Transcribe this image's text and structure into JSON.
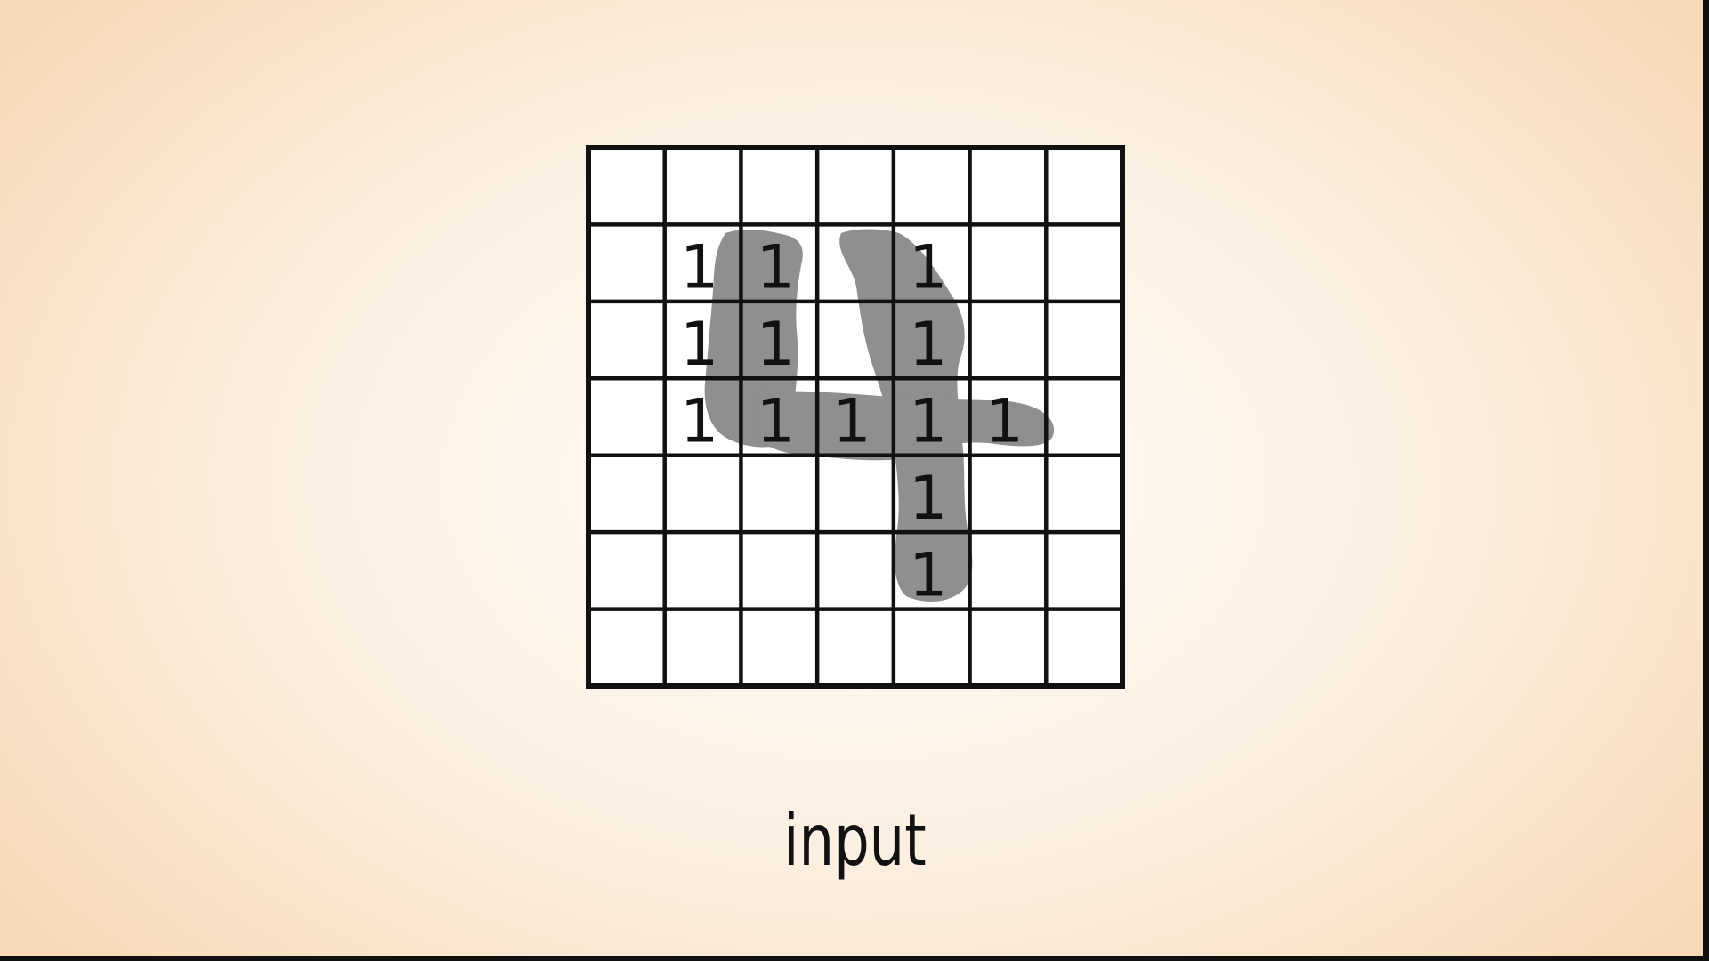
{
  "grid": {
    "rows": 7,
    "cols": 7,
    "cell_values": [
      [
        "",
        "",
        "",
        "",
        "",
        "",
        ""
      ],
      [
        "",
        "1",
        "1",
        "",
        "1",
        "",
        ""
      ],
      [
        "",
        "1",
        "1",
        "",
        "1",
        "",
        ""
      ],
      [
        "",
        "1",
        "1",
        "1",
        "1",
        "1",
        ""
      ],
      [
        "",
        "",
        "",
        "",
        "1",
        "",
        ""
      ],
      [
        "",
        "",
        "",
        "",
        "1",
        "",
        ""
      ],
      [
        "",
        "",
        "",
        "",
        "",
        "",
        ""
      ]
    ],
    "handwritten_digit": "4",
    "colors": {
      "background_center": "#fffcf7",
      "background_edge": "#f7d9b8",
      "grid_fill": "#ffffff",
      "grid_line": "#111111",
      "stroke_shadow": "#8f8f8f",
      "text": "#111111"
    }
  },
  "caption": "input"
}
